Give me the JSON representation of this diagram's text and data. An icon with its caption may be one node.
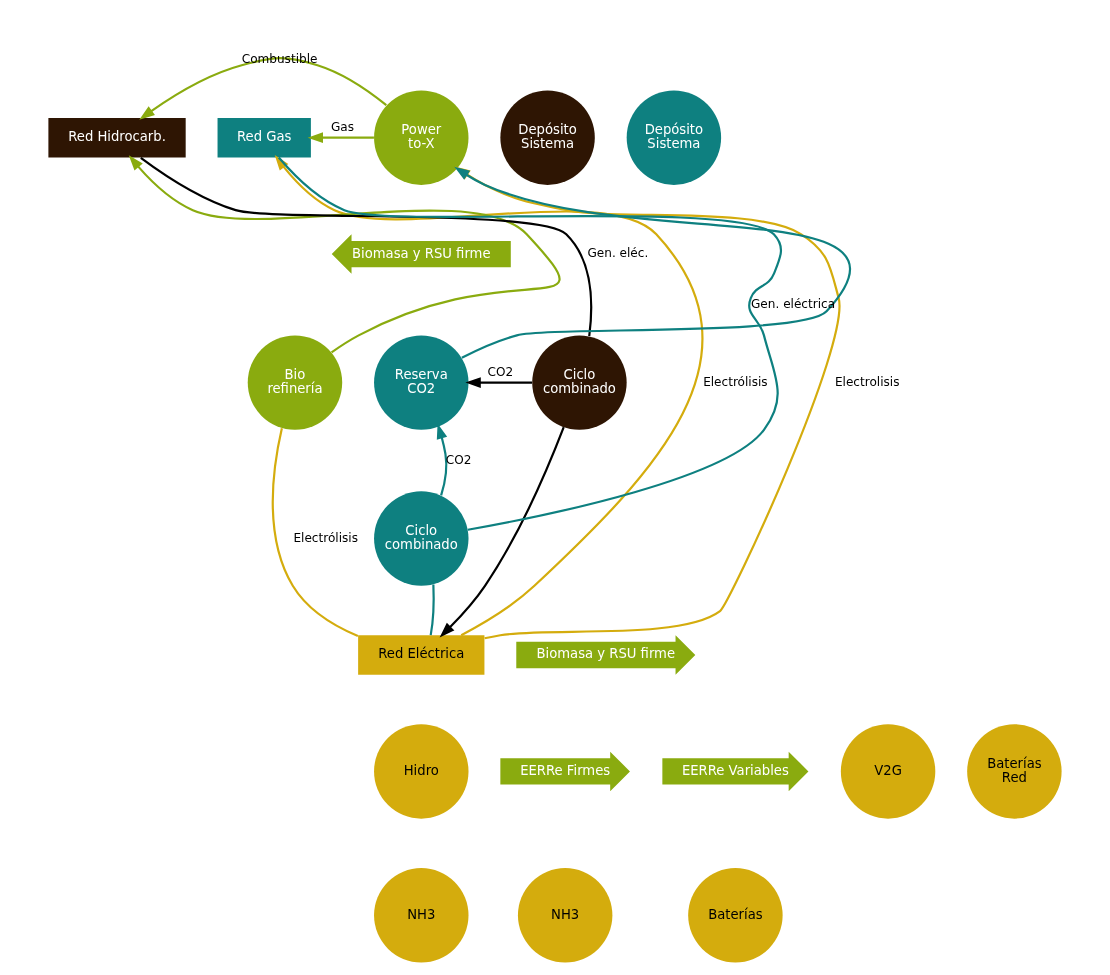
{
  "diagram": {
    "nodes": [
      {
        "text": [
          "Red Hidrocarb."
        ]
      },
      {
        "text": [
          "Red Gas"
        ]
      },
      {
        "text": [
          "Red Eléctrica"
        ]
      },
      {
        "text": [
          "Depósito Sistema"
        ]
      },
      {
        "text": [
          "Depósito Sistema"
        ]
      },
      {
        "text": [
          "Power to-X"
        ]
      },
      {
        "text": [
          "Bio refinería"
        ]
      },
      {
        "text": [
          "Ciclo combinado"
        ]
      },
      {
        "text": [
          "Reserva CO2"
        ]
      },
      {
        "text": [
          "Ciclo combinado"
        ]
      },
      {
        "text": [
          "Biomasa y RSU firme"
        ]
      },
      {
        "text": [
          "Biomasa y RSU firme"
        ]
      },
      {
        "text": [
          "Hidro"
        ]
      },
      {
        "text": [
          "V2G"
        ]
      },
      {
        "text": [
          "Baterías Red"
        ]
      },
      {
        "text": [
          "NH3"
        ]
      },
      {
        "text": [
          "EERRe Firmes"
        ]
      },
      {
        "text": [
          "EERRe Variables"
        ]
      },
      {
        "text": [
          "NH3"
        ]
      },
      {
        "text": [
          "Baterías"
        ]
      }
    ],
    "edges": [
      {
        "from": 5,
        "to": 0,
        "arrow": "to",
        "label": "Combustible",
        "color": "#8aab0f"
      },
      {
        "from": 5,
        "to": 1,
        "arrow": "to",
        "label": "Gas",
        "color": "#8aab0f"
      },
      {
        "from": 6,
        "to": 0,
        "arrow": "to",
        "color": "#8aab0f"
      },
      {
        "from": 7,
        "to": 0,
        "arrow": "none",
        "label": "Gen. eléc.",
        "color": "#000000"
      },
      {
        "from": 7,
        "to": 2,
        "arrow": "to",
        "color": "#000000"
      },
      {
        "from": 7,
        "to": 8,
        "arrow": "to",
        "label": "CO2",
        "color": "#000000"
      },
      {
        "from": 2,
        "to": 5,
        "arrow": "to",
        "label": "Electrolisis",
        "color": "#d4ac0d"
      },
      {
        "from": 6,
        "to": 2,
        "arrow": "none",
        "label": "Electrólisis",
        "color": "#d4ac0d"
      },
      {
        "from": 9,
        "to": 8,
        "arrow": "to",
        "label": "CO2",
        "color": "#0e8080"
      },
      {
        "from": 8,
        "to": 5,
        "arrow": "to",
        "color": "#0e8080"
      },
      {
        "from": 9,
        "to": 1,
        "arrow": "none",
        "label": "Gen. eléctrica",
        "color": "#0e8080"
      },
      {
        "from": 9,
        "to": 2,
        "arrow": "none",
        "color": "#0e8080"
      },
      {
        "from": 2,
        "to": 1,
        "arrow": "to",
        "label": "Electrólisis",
        "color": "#d4ac0d"
      }
    ]
  }
}
